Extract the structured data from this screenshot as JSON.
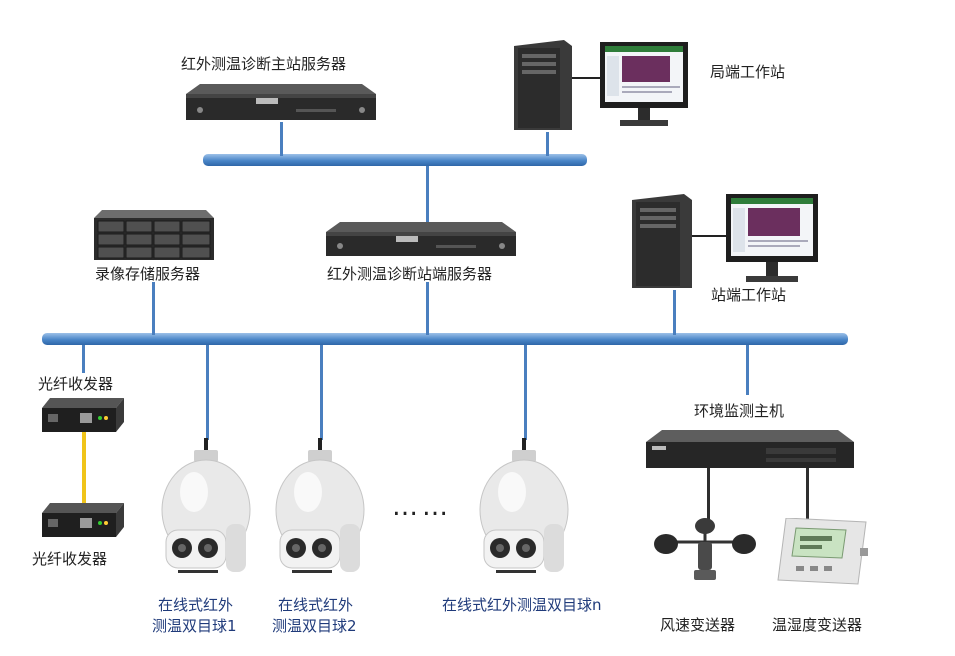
{
  "colors": {
    "bus_light": "#9cc0e8",
    "bus_dark": "#2f66a8",
    "connector_blue": "#4a7fbf",
    "fiber_yellow": "#f0c419",
    "label_blue": "#1f3a7a"
  },
  "nodes": {
    "main_server": "红外测温诊断主站服务器",
    "bureau_workstation": "局端工作站",
    "storage_server": "录像存储服务器",
    "station_server": "红外测温诊断站端服务器",
    "station_workstation": "站端工作站",
    "fiber_transceiver_top": "光纤收发器",
    "fiber_transceiver_bottom": "光纤收发器",
    "camera_1_line1": "在线式红外",
    "camera_1_line2": "测温双目球1",
    "camera_2_line1": "在线式红外",
    "camera_2_line2": "测温双目球2",
    "camera_n": "在线式红外测温双目球n",
    "ellipsis": "……",
    "env_host": "环境监测主机",
    "wind_transmitter": "风速变送器",
    "temp_humidity_transmitter": "温湿度变送器"
  },
  "icons": {
    "rack_server": "rack-server-icon",
    "storage_array": "storage-array-icon",
    "workstation": "desktop-workstation-icon",
    "fiber_transceiver": "fiber-transceiver-icon",
    "dome_camera": "ptz-dome-camera-icon",
    "anemometer": "anemometer-icon",
    "th_sensor": "temperature-humidity-sensor-icon"
  }
}
